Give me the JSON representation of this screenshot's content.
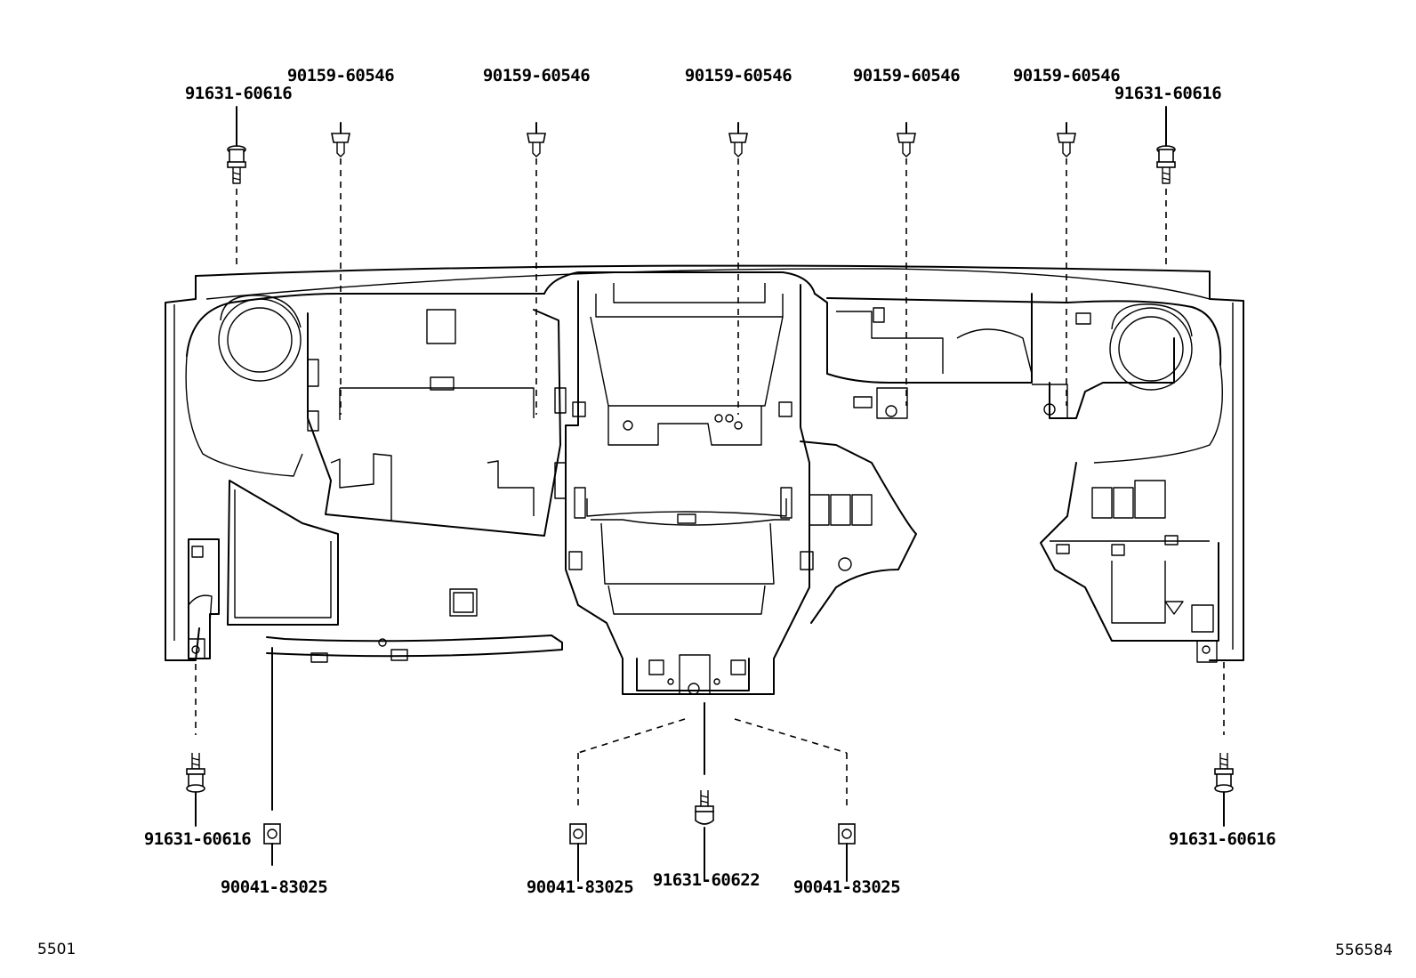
{
  "diagram": {
    "callouts": {
      "bolt_top_left": "91631-60616",
      "screw_top_1": "90159-60546",
      "screw_top_2": "90159-60546",
      "screw_top_3": "90159-60546",
      "screw_top_4": "90159-60546",
      "screw_top_5": "90159-60546",
      "bolt_top_right": "91631-60616",
      "bolt_bottom_left": "91631-60616",
      "nut_bottom_left": "90041-83025",
      "nut_bottom_center_left": "90041-83025",
      "bolt_bottom_center": "91631-60622",
      "nut_bottom_center_right": "90041-83025",
      "bolt_bottom_right": "91631-60616"
    },
    "figure_number": "5501",
    "illustration_number": "556584"
  }
}
